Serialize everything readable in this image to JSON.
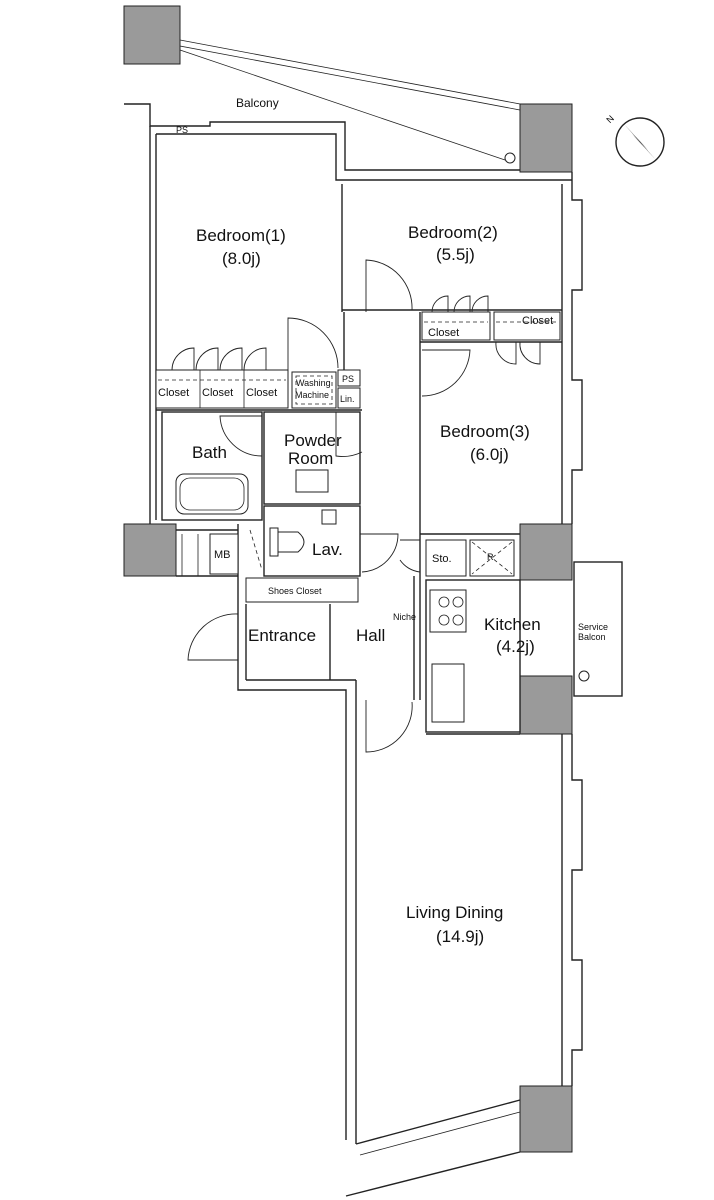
{
  "floorplan": {
    "rooms": {
      "balcony": "Balcony",
      "bedroom1_name": "Bedroom(1)",
      "bedroom1_size": "(8.0j)",
      "bedroom2_name": "Bedroom(2)",
      "bedroom2_size": "(5.5j)",
      "bedroom3_name": "Bedroom(3)",
      "bedroom3_size": "(6.0j)",
      "bath": "Bath",
      "powder_room_line1": "Powder",
      "powder_room_line2": "Room",
      "lav": "Lav.",
      "entrance": "Entrance",
      "hall": "Hall",
      "kitchen_name": "Kitchen",
      "kitchen_size": "(4.2j)",
      "living_dining_name": "Living Dining",
      "living_dining_size": "(14.9j)",
      "service_balcony_line1": "Service",
      "service_balcony_line2": "Balcon"
    },
    "fixtures": {
      "closet": "Closet",
      "shoes_closet": "Shoes Closet",
      "washing_machine_line1": "Washing",
      "washing_machine_line2": "Machine",
      "ps": "PS",
      "lin": "Lin.",
      "mb": "MB",
      "sto": "Sto.",
      "refrigerator": "R",
      "niche": "Niche"
    },
    "compass": {
      "north": "N"
    }
  }
}
